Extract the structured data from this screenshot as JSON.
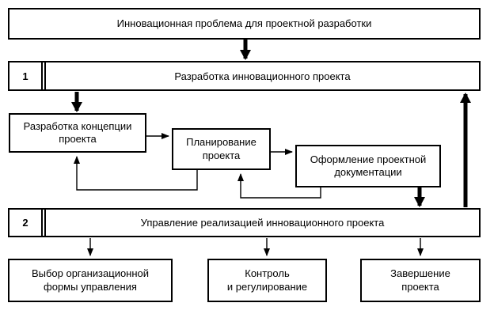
{
  "diagram": {
    "problem_box": "Инновационная проблема для проектной разработки",
    "stage1": {
      "number": "1",
      "label": "Разработка инновационного проекта"
    },
    "concept_box": "Разработка концепции\nпроекта",
    "planning_box": "Планирование\nпроекта",
    "documentation_box": "Оформление проектной\nдокументации",
    "stage2": {
      "number": "2",
      "label": "Управление реализацией инновационного проекта"
    },
    "org_form_box": "Выбор организационной\nформы управления",
    "control_box": "Контроль\nи регулирование",
    "completion_box": "Завершение\nпроекта",
    "colors": {
      "line": "#000000",
      "background": "#ffffff",
      "box_fill": "#ffffff"
    }
  }
}
